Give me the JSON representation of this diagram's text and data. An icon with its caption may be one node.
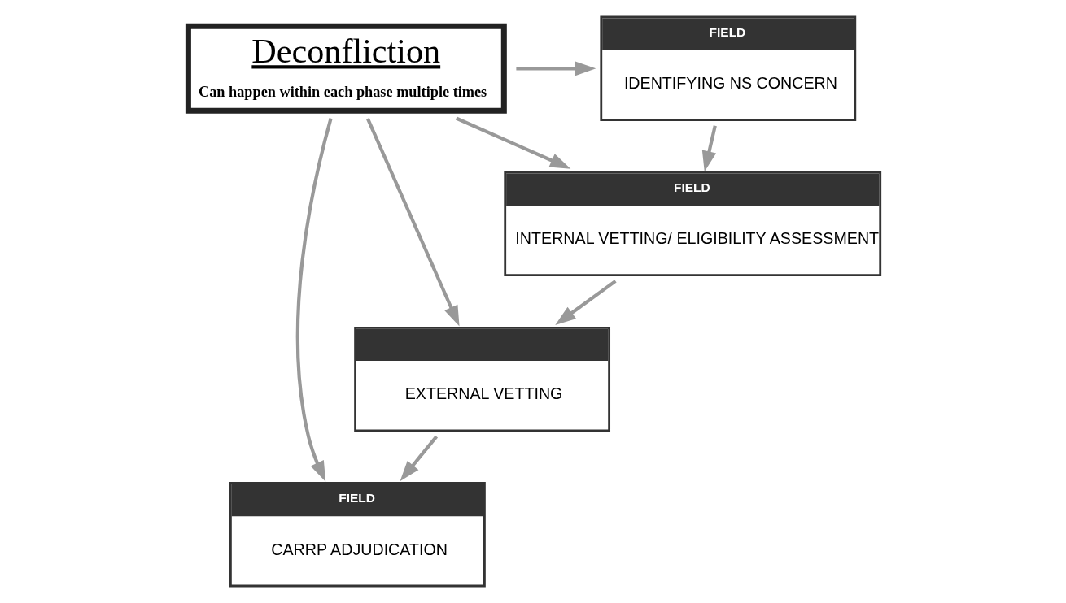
{
  "diagram": {
    "nodes": [
      {
        "text": [
          "FIELD",
          "IDENTIFYING NS CONCERN"
        ]
      },
      {
        "text": [
          "Deconfliction",
          "Can happen within each phase multiple times"
        ]
      },
      {
        "text": [
          "FIELD",
          "INTERNAL VETTING/ ELIGIBILITY ASSESSMENT"
        ]
      },
      {
        "text": [
          "EXTERNAL VETTING"
        ]
      },
      {
        "text": [
          "FIELD",
          "CARRP ADJUDICATION"
        ]
      }
    ],
    "edges": [
      {
        "from": 1,
        "to": 0,
        "arrow": "to"
      },
      {
        "from": 0,
        "to": 2,
        "arrow": "to"
      },
      {
        "from": 1,
        "to": 2,
        "arrow": "to"
      },
      {
        "from": 1,
        "to": 3,
        "arrow": "to"
      },
      {
        "from": 1,
        "to": 4,
        "arrow": "to"
      },
      {
        "from": 2,
        "to": 3,
        "arrow": "to"
      },
      {
        "from": 3,
        "to": 4,
        "arrow": "to"
      }
    ]
  }
}
